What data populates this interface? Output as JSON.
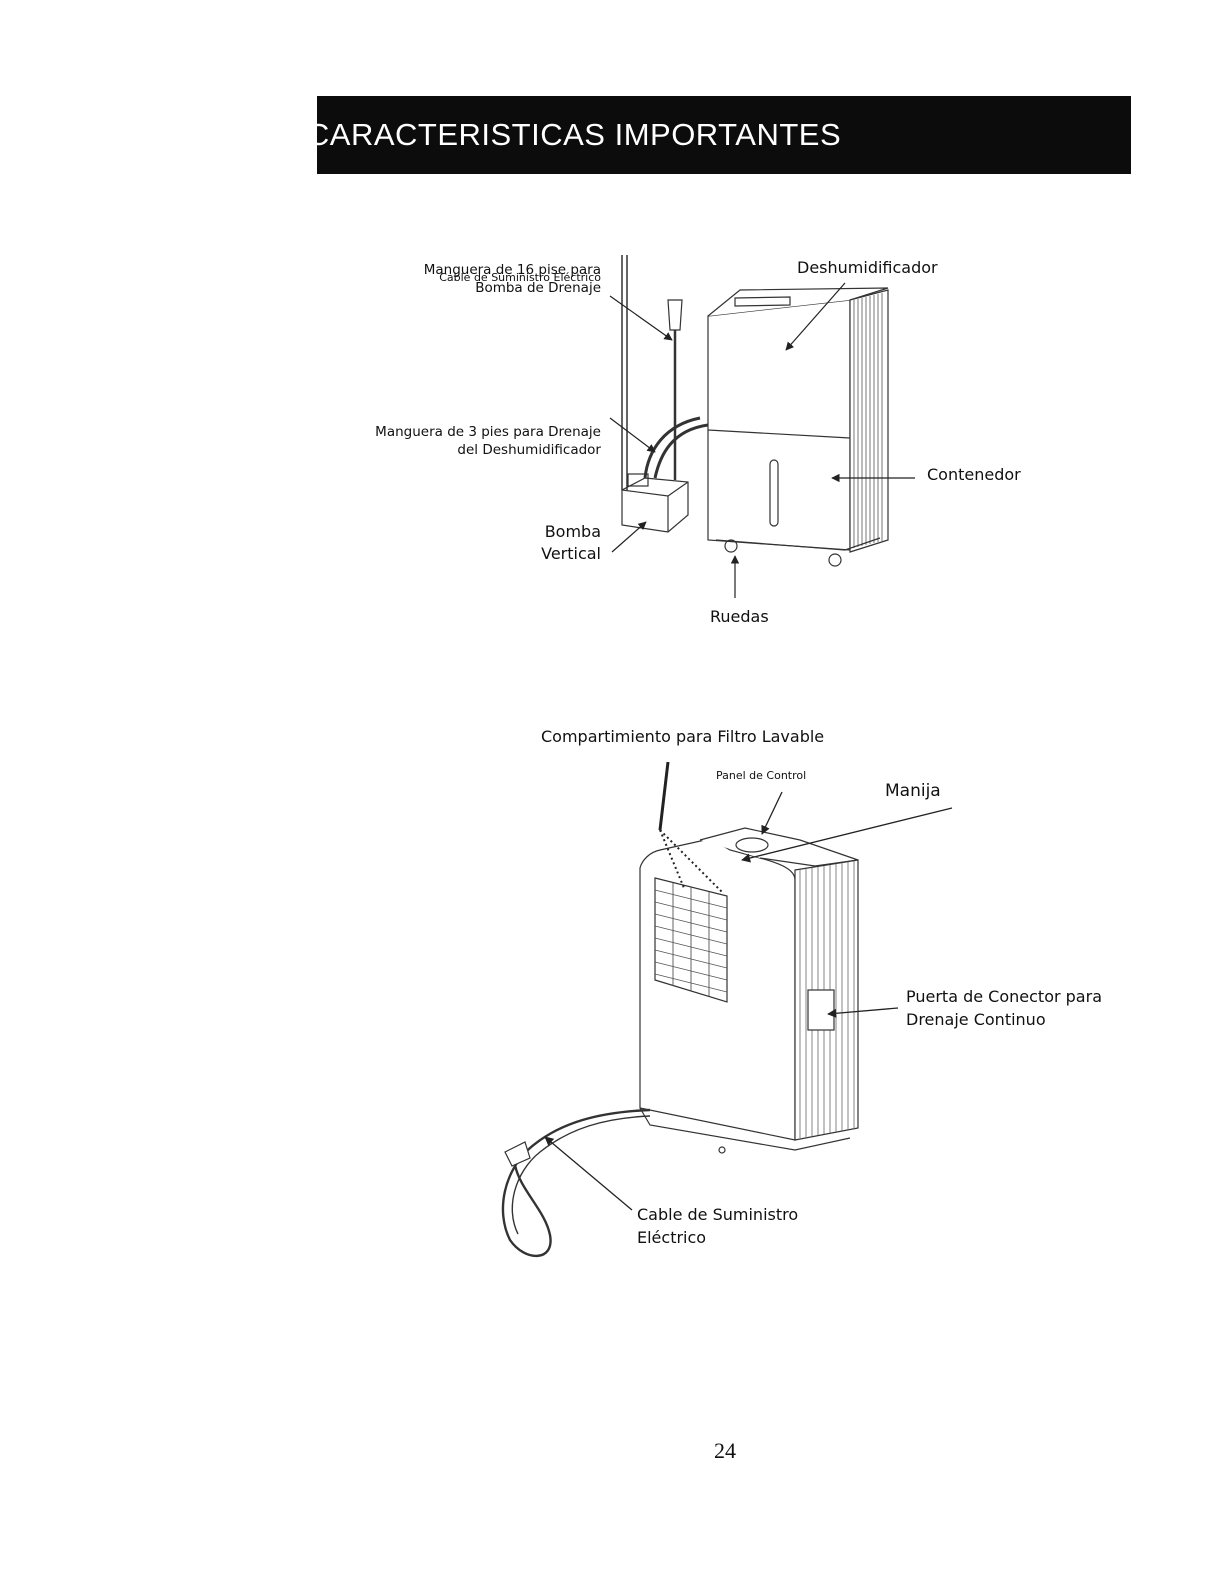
{
  "page": {
    "title": "CARACTERISTICAS IMPORTANTES",
    "page_number": "24"
  },
  "figure_top": {
    "labels": {
      "cable": "Cable de Suministro Eléctrico",
      "hose16_l1": "Manguera de 16 pise para",
      "hose16_l2": "Bomba de Drenaje",
      "hose3_l1": "Manguera de 3 pies para Drenaje",
      "hose3_l2": "del Deshumidificador",
      "pump_l1": "Bomba",
      "pump_l2": "Vertical",
      "dehumidifier": "Deshumidificador",
      "container": "Contenedor",
      "wheels": "Ruedas"
    }
  },
  "figure_bottom": {
    "labels": {
      "filter": "Compartimiento para Filtro Lavable",
      "control_panel": "Panel de Control",
      "handle": "Manija",
      "drain_door_l1": "Puerta de Conector para",
      "drain_door_l2": "Drenaje Continuo",
      "cable_l1": "Cable de Suministro",
      "cable_l2": "Eléctrico"
    }
  }
}
